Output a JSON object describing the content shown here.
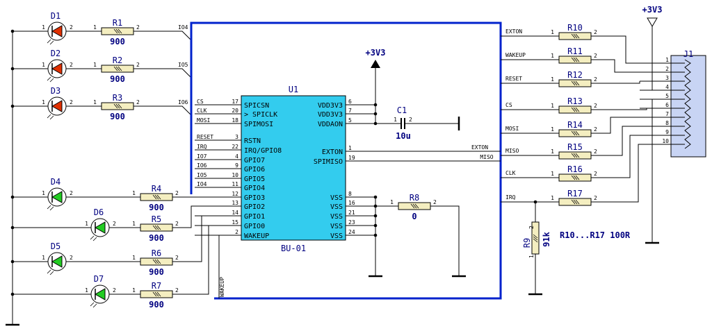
{
  "supply_label": "+3V3",
  "u1": {
    "ref": "U1",
    "value": "BU-01",
    "left_pins": [
      {
        "name": "SPICSN",
        "num": "17",
        "net": "CS"
      },
      {
        "name": "> SPICLK",
        "num": "20",
        "net": "CLK"
      },
      {
        "name": "SPIMOSI",
        "num": "18",
        "net": "MOSI"
      },
      {
        "name": "RSTN",
        "num": "3",
        "net": "RESET"
      },
      {
        "name": "IRQ/GPIO8",
        "num": "22",
        "net": "IRQ"
      },
      {
        "name": "GPIO7",
        "num": "4",
        "net": "IO7"
      },
      {
        "name": "GPIO6",
        "num": "9",
        "net": "IO6"
      },
      {
        "name": "GPIO5",
        "num": "10",
        "net": "IO5"
      },
      {
        "name": "GPIO4",
        "num": "11",
        "net": "IO4"
      },
      {
        "name": "GPIO3",
        "num": "12",
        "net": ""
      },
      {
        "name": "GPIO2",
        "num": "13",
        "net": ""
      },
      {
        "name": "GPIO1",
        "num": "14",
        "net": ""
      },
      {
        "name": "GPIO0",
        "num": "15",
        "net": ""
      },
      {
        "name": "WAKEUP",
        "num": "2",
        "net": ""
      }
    ],
    "right_pins": [
      {
        "name": "VDD3V3",
        "num": "6"
      },
      {
        "name": "VDD3V3",
        "num": "7"
      },
      {
        "name": "VDDAON",
        "num": "5"
      },
      {
        "name": "EXTON",
        "num": "1"
      },
      {
        "name": "SPIMISO",
        "num": "19"
      },
      {
        "name": "VSS",
        "num": "8"
      },
      {
        "name": "VSS",
        "num": "16"
      },
      {
        "name": "VSS",
        "num": "21"
      },
      {
        "name": "VSS",
        "num": "23"
      },
      {
        "name": "VSS",
        "num": "24"
      }
    ]
  },
  "leds": [
    {
      "ref": "D1",
      "color": "#e03000"
    },
    {
      "ref": "D2",
      "color": "#e03000"
    },
    {
      "ref": "D3",
      "color": "#e03000"
    },
    {
      "ref": "D4",
      "color": "#22cc22"
    },
    {
      "ref": "D6",
      "color": "#22cc22"
    },
    {
      "ref": "D5",
      "color": "#22cc22"
    },
    {
      "ref": "D7",
      "color": "#22cc22"
    }
  ],
  "led_resistors": [
    {
      "ref": "R1",
      "value": "900",
      "net": "IO4"
    },
    {
      "ref": "R2",
      "value": "900",
      "net": "IO5"
    },
    {
      "ref": "R3",
      "value": "900",
      "net": "IO6"
    },
    {
      "ref": "R4",
      "value": "900",
      "net": ""
    },
    {
      "ref": "R5",
      "value": "900",
      "net": ""
    },
    {
      "ref": "R6",
      "value": "900",
      "net": ""
    },
    {
      "ref": "R7",
      "value": "900",
      "net": ""
    }
  ],
  "c1": {
    "ref": "C1",
    "value": "10u"
  },
  "r8": {
    "ref": "R8",
    "value": "0"
  },
  "r9": {
    "ref": "R9",
    "value": "91k"
  },
  "right_resistors": [
    {
      "ref": "R10",
      "net": "EXTON"
    },
    {
      "ref": "R11",
      "net": "WAKEUP"
    },
    {
      "ref": "R12",
      "net": "RESET"
    },
    {
      "ref": "R13",
      "net": "CS"
    },
    {
      "ref": "R14",
      "net": "MOSI"
    },
    {
      "ref": "R15",
      "net": "MISO"
    },
    {
      "ref": "R16",
      "net": "CLK"
    },
    {
      "ref": "R17",
      "net": "IRQ"
    }
  ],
  "note": "R10...R17  100R",
  "j1": {
    "ref": "J1",
    "pins": [
      "1",
      "2",
      "3",
      "4",
      "5",
      "6",
      "7",
      "8",
      "9",
      "10"
    ]
  },
  "net_labels": {
    "exton": "EXTON",
    "miso": "MISO",
    "wakeup": "WAKEUP"
  },
  "pin_nums": {
    "one": "1",
    "two": "2"
  }
}
